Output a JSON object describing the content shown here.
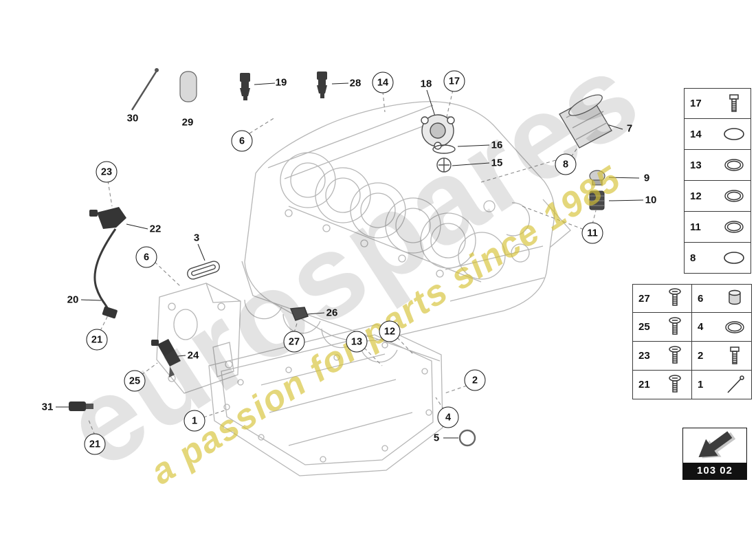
{
  "watermark": {
    "brand": "eurospares",
    "tagline": "a passion for parts since 1985"
  },
  "page_code": "103 02",
  "callouts": {
    "circled": [
      "14",
      "17",
      "6",
      "23",
      "8",
      "11",
      "6",
      "21",
      "27",
      "13",
      "12",
      "25",
      "2",
      "1",
      "4",
      "21"
    ],
    "plain": [
      "30",
      "29",
      "19",
      "28",
      "18",
      "16",
      "15",
      "7",
      "9",
      "10",
      "22",
      "3",
      "20",
      "26",
      "24",
      "31",
      "5"
    ]
  },
  "legend": {
    "single_rows": [
      {
        "num": "17",
        "icon": "bolt"
      },
      {
        "num": "14",
        "icon": "oring"
      },
      {
        "num": "13",
        "icon": "oring2"
      },
      {
        "num": "12",
        "icon": "oring2"
      },
      {
        "num": "11",
        "icon": "oring2"
      },
      {
        "num": "8",
        "icon": "oring"
      }
    ],
    "double_rows": [
      {
        "left": {
          "num": "27",
          "icon": "screw"
        },
        "right": {
          "num": "6",
          "icon": "plug"
        }
      },
      {
        "left": {
          "num": "25",
          "icon": "screw"
        },
        "right": {
          "num": "4",
          "icon": "oring2"
        }
      },
      {
        "left": {
          "num": "23",
          "icon": "screw"
        },
        "right": {
          "num": "2",
          "icon": "bolt"
        }
      },
      {
        "left": {
          "num": "21",
          "icon": "screw"
        },
        "right": {
          "num": "1",
          "icon": "rod"
        }
      }
    ]
  }
}
